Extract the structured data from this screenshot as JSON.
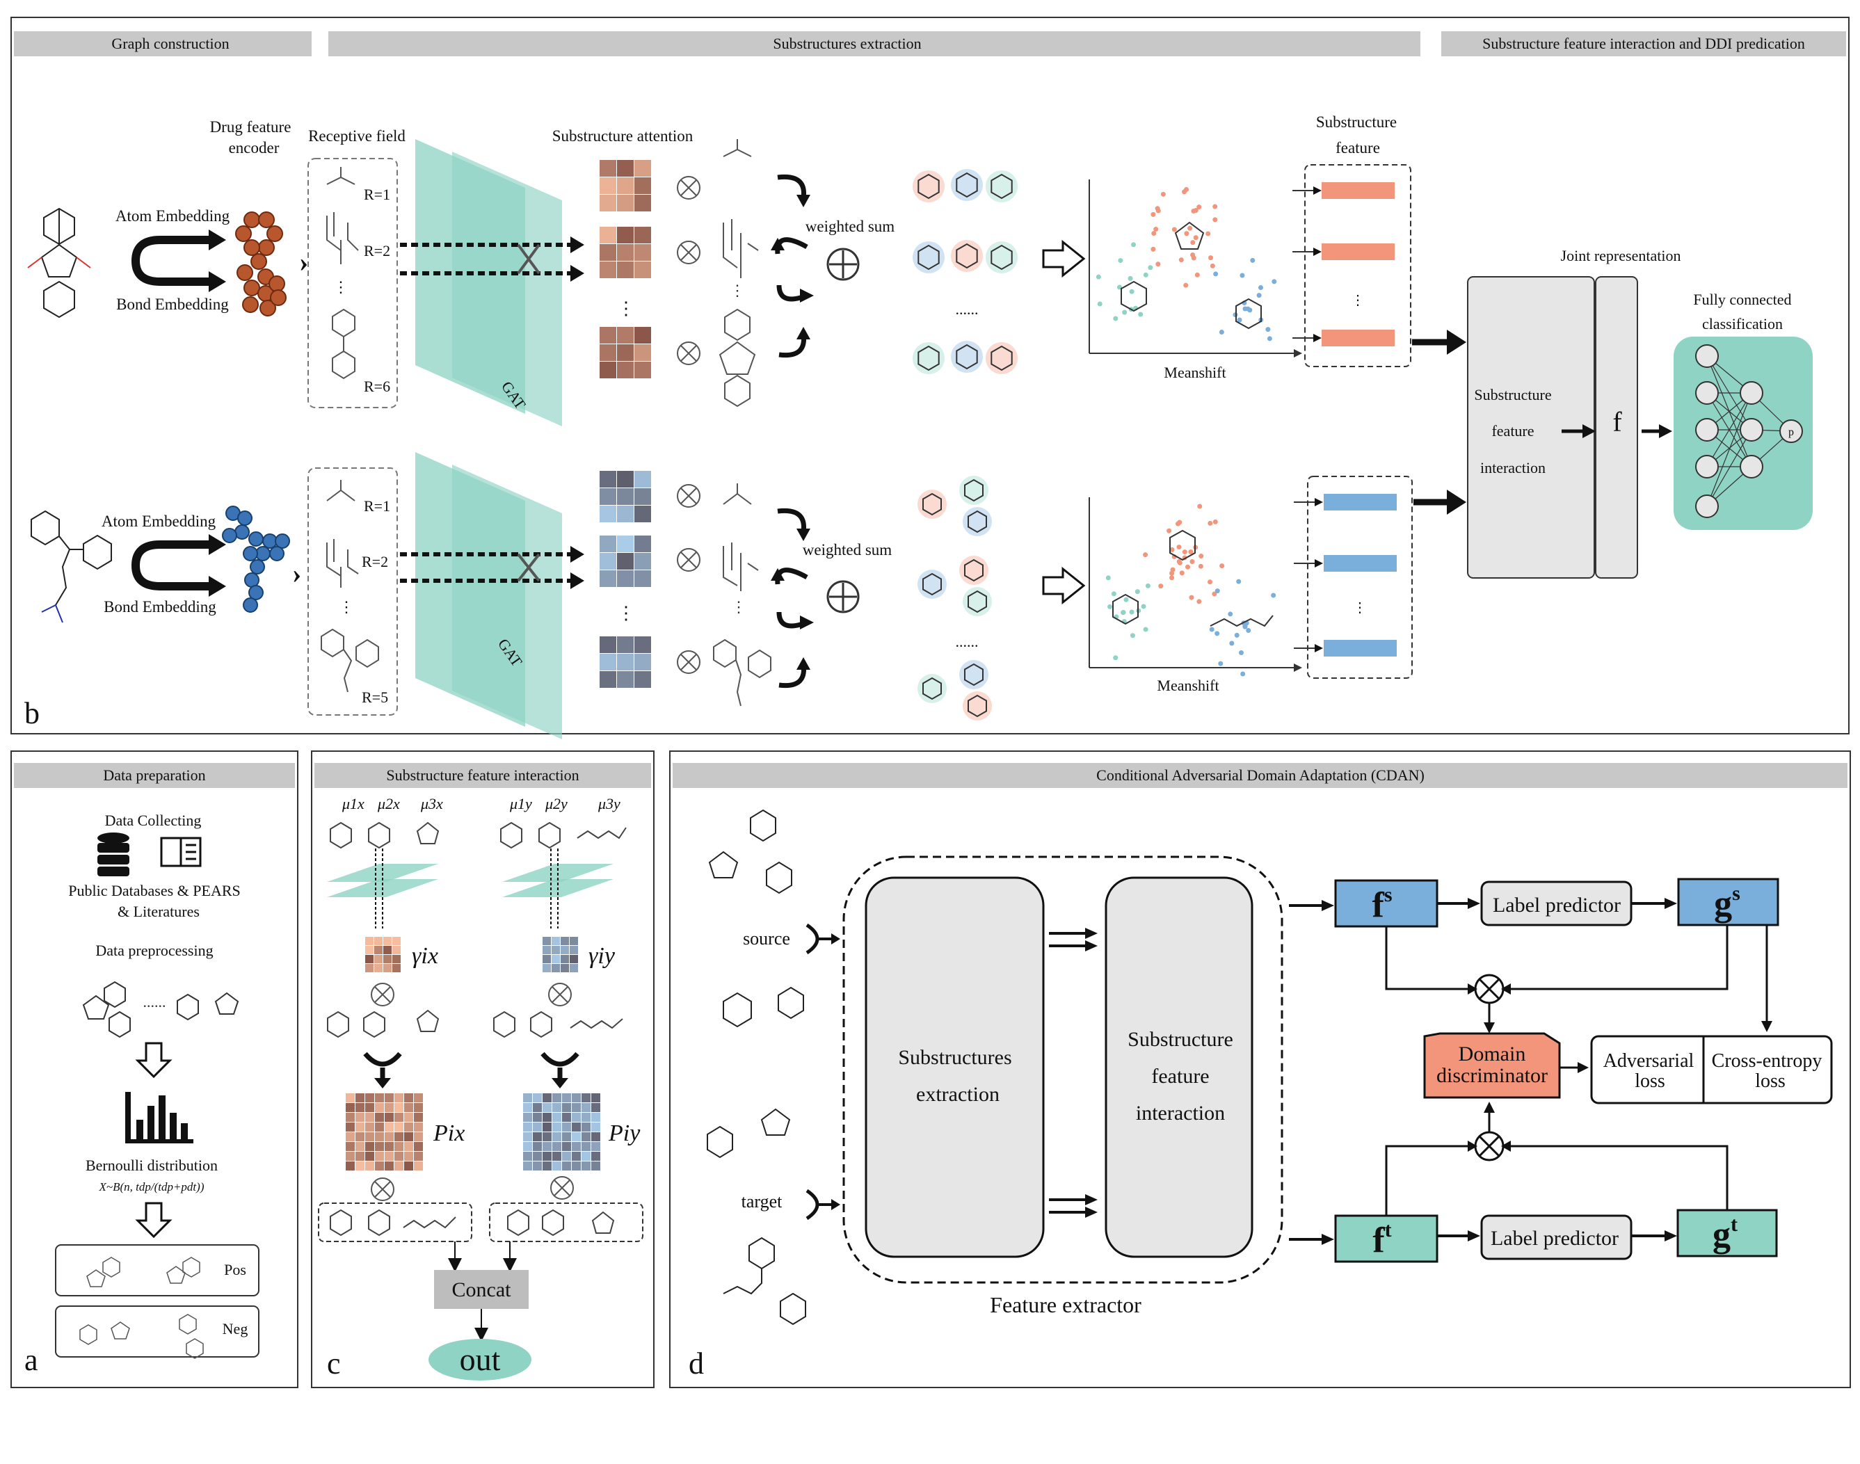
{
  "panel_b": {
    "headers": {
      "graph": "Graph construction",
      "sub": "Substructures extraction",
      "ddi": "Substructure feature interaction and DDI predication"
    },
    "drug_feature_encoder": "Drug feature encoder",
    "receptive_field": "Receptive field",
    "substructure_attention": "Substructure attention",
    "substructure_feature": "Substructure feature",
    "atom_embedding": "Atom Embedding",
    "bond_embedding": "Bond Embedding",
    "r1": "R=1",
    "r2": "R=2",
    "r6": "R=6",
    "r5": "R=5",
    "gat": "GAT",
    "weighted_sum": "weighted sum",
    "ellipsis": "......",
    "meanshift": "Meanshift",
    "joint_representation": "Joint representation",
    "interaction_box": [
      "Substructure",
      "feature",
      "interaction"
    ],
    "f": "f",
    "fc": "Fully connected classification",
    "p": "p",
    "letter": "b"
  },
  "panel_a": {
    "header": "Data preparation",
    "collecting": "Data Collecting",
    "sources": [
      "Public Databases & PEARS",
      "& Literatures"
    ],
    "preprocessing": "Data preprocessing",
    "bernoulli": "Bernoulli distribution",
    "formula": "X~B(n, tdp/(tdp+pdt))",
    "pos": "Pos",
    "neg": "Neg",
    "letter": "a"
  },
  "panel_c": {
    "header": "Substructure feature interaction",
    "mu_x": [
      "μ1x",
      "μ2x",
      "μ3x"
    ],
    "mu_y": [
      "μ1y",
      "μ2y",
      "μ3y"
    ],
    "gamma_x": "γix",
    "gamma_y": "γiy",
    "p_x": "Pix",
    "p_y": "Piy",
    "concat": "Concat",
    "out": "out",
    "letter": "c"
  },
  "panel_d": {
    "header": "Conditional Adversarial Domain Adaptation (CDAN)",
    "source": "source",
    "target": "target",
    "extraction": [
      "Substructures",
      "extraction"
    ],
    "interaction": [
      "Substructure",
      "feature",
      "interaction"
    ],
    "feature_extractor": "Feature extractor",
    "fs": "f",
    "fs_sup": "s",
    "ft": "f",
    "ft_sup": "t",
    "gs": "g",
    "gs_sup": "s",
    "gt": "g",
    "gt_sup": "t",
    "label_predictor": "Label predictor",
    "domain_discriminator": [
      "Domain",
      "discriminator"
    ],
    "adversarial_loss": [
      "Adversarial",
      "loss"
    ],
    "cross_entropy_loss": [
      "Cross-entropy",
      "loss"
    ],
    "letter": "d"
  },
  "colors": {
    "header_gray": "#c8c8c8",
    "teal": "#8fd3c4",
    "teal_fill": "#7fcfbf",
    "orange": "#f2957a",
    "blue": "#7aaedb",
    "box_gray": "#e6e6e6",
    "discriminator": "#f2957a"
  }
}
